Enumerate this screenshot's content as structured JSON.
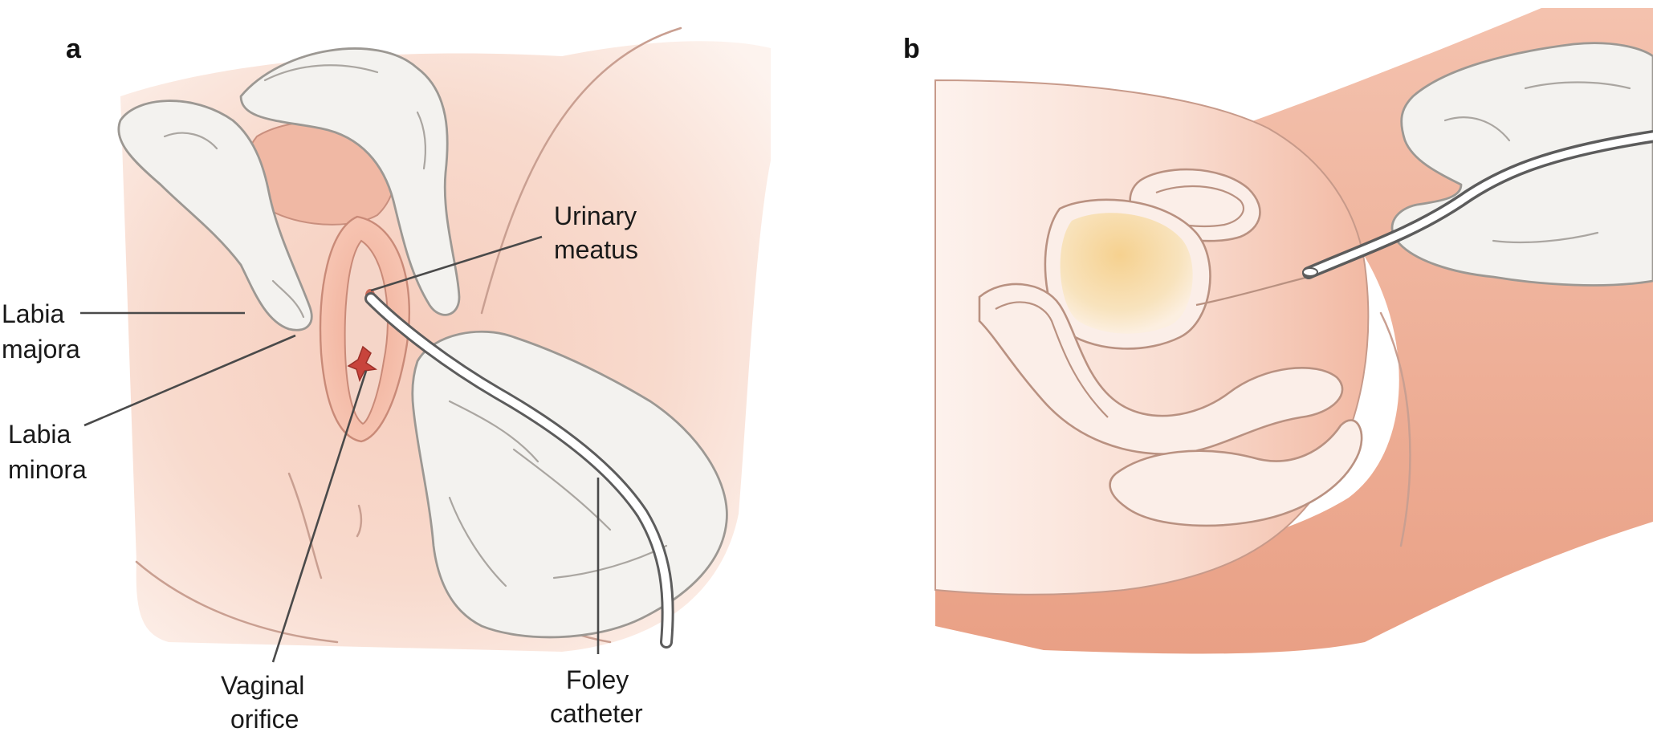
{
  "figure": {
    "panel_a": {
      "letter": "a",
      "labels": {
        "urinary_meatus": [
          "Urinary",
          "meatus"
        ],
        "labia_majora": [
          "Labia",
          "majora"
        ],
        "labia_minora": [
          "Labia",
          "minora"
        ],
        "vaginal_orifice": [
          "Vaginal",
          "orifice"
        ],
        "foley_catheter": [
          "Foley",
          "catheter"
        ]
      }
    },
    "panel_b": {
      "letter": "b"
    }
  },
  "colors": {
    "skin_light": "#fbe9e2",
    "skin_mid": "#f5c9b9",
    "skin_dark": "#eba88f",
    "glove": "#f3f2ef",
    "bladder_fill": "#f6d79c",
    "label_text": "#1a1a1a",
    "leader_line": "#4a4a4a"
  }
}
